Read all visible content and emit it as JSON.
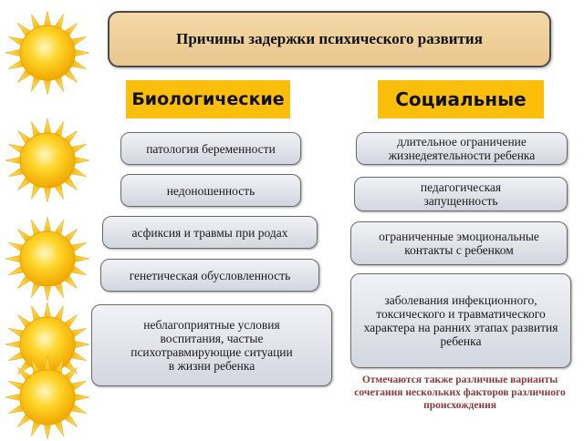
{
  "title": "Причины задержки психического развития",
  "categories": {
    "biological": "Биологические",
    "social": "Социальные"
  },
  "biological_causes": [
    "патология беременности",
    "недоношенность",
    "асфиксия и травмы при родах",
    "генетическая обусловленность",
    "неблагоприятные условия воспитания, частые психотравмирующие ситуации в жизни ребенка"
  ],
  "social_causes": [
    "длительное ограничение жизнедеятельности ребенка",
    "педагогическая запущенность",
    "ограниченные эмоциональные контакты с ребенком",
    "заболевания инфекционного, токсического и травматического характера на ранних этапах развития ребенка"
  ],
  "note": "Отмечаются также различные варианты сочетания нескольких факторов различного происхождения",
  "colors": {
    "title_bg": "#efd09a",
    "category_bg": "#fbbf0b",
    "note_text": "#8b3a3a",
    "sun": "#f9b800"
  },
  "decor": {
    "icon": "sun-icon",
    "count": 5
  }
}
